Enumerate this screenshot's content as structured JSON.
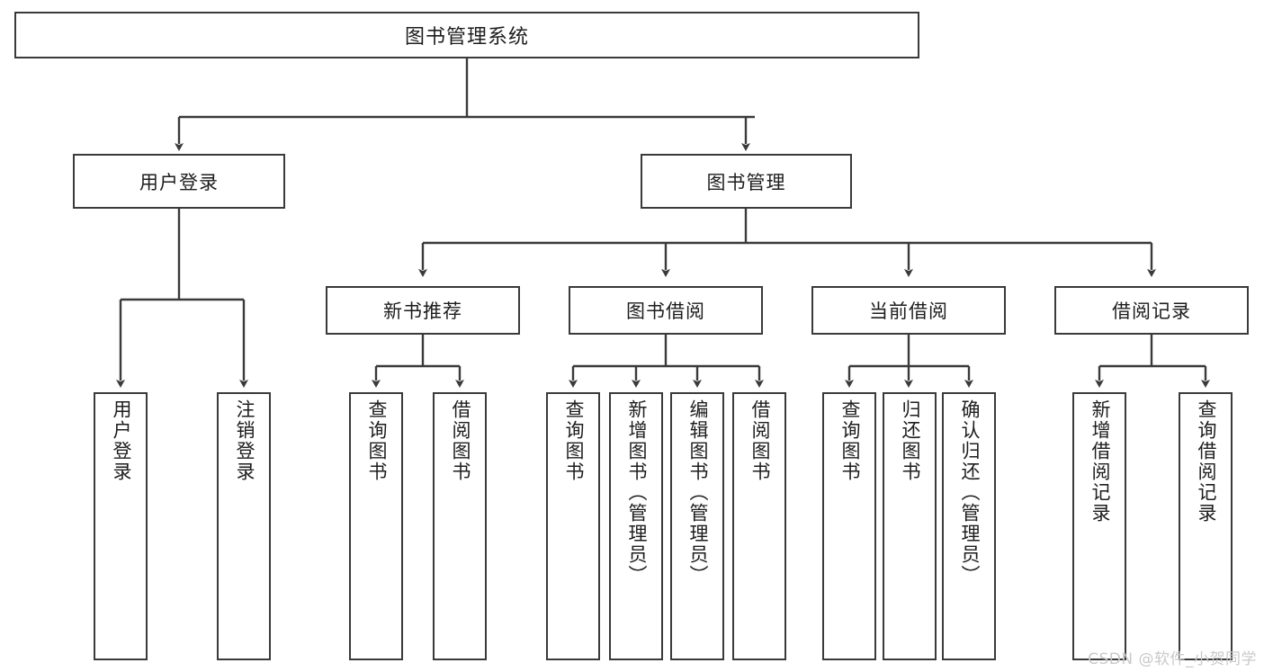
{
  "diagram": {
    "type": "tree-hierarchy",
    "root": {
      "label": "图书管理系统"
    },
    "level2": [
      {
        "label": "用户登录"
      },
      {
        "label": "图书管理"
      }
    ],
    "level3": [
      {
        "label": "新书推荐"
      },
      {
        "label": "图书借阅"
      },
      {
        "label": "当前借阅"
      },
      {
        "label": "借阅记录"
      }
    ],
    "leaves": [
      {
        "label": "用户登录",
        "parent": "用户登录"
      },
      {
        "label": "注销登录",
        "parent": "用户登录"
      },
      {
        "label": "查询图书",
        "parent": "新书推荐"
      },
      {
        "label": "借阅图书",
        "parent": "新书推荐"
      },
      {
        "label": "查询图书",
        "parent": "图书借阅"
      },
      {
        "label": "新增图书（管理员）",
        "parent": "图书借阅"
      },
      {
        "label": "编辑图书（管理员）",
        "parent": "图书借阅"
      },
      {
        "label": "借阅图书",
        "parent": "图书借阅"
      },
      {
        "label": "查询图书",
        "parent": "当前借阅"
      },
      {
        "label": "归还图书",
        "parent": "当前借阅"
      },
      {
        "label": "确认归还（管理员）",
        "parent": "当前借阅"
      },
      {
        "label": "新增借阅记录",
        "parent": "借阅记录"
      },
      {
        "label": "查询借阅记录",
        "parent": "借阅记录"
      }
    ]
  },
  "watermark": {
    "text": "CSDN @软件_小贺同学"
  },
  "colors": {
    "border": "#3a3a3a",
    "text": "#1d1d1d",
    "background": "#ffffff",
    "watermark": "#c9c9c9"
  }
}
